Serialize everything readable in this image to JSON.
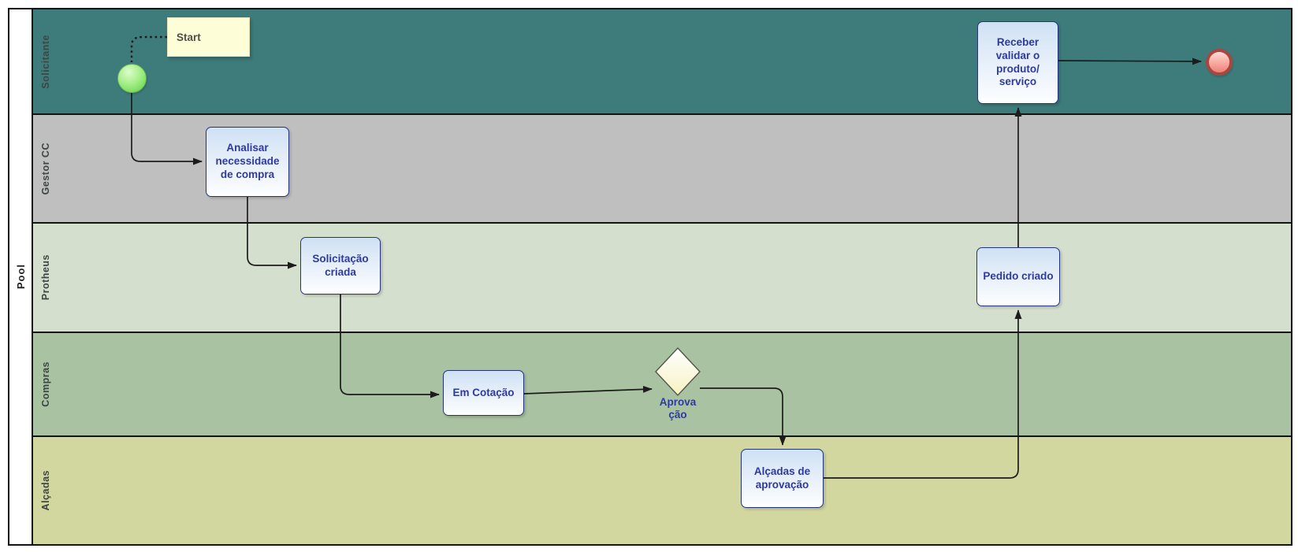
{
  "pool": {
    "label": "Pool"
  },
  "lanes": [
    {
      "label": "Solicitante",
      "color": "#3e7b7b"
    },
    {
      "label": "Gestor CC",
      "color": "#bfbfbf"
    },
    {
      "label": "Protheus",
      "color": "#d5dfce"
    },
    {
      "label": "Compras",
      "color": "#a9c2a2"
    },
    {
      "label": "Alçadas",
      "color": "#d1d79e"
    }
  ],
  "nodes": {
    "start_annotation": {
      "label": "Start"
    },
    "task_analisar": {
      "label": "Analisar\nnecessidade\nde compra"
    },
    "task_solicitacao": {
      "label": "Solicitação\ncriada"
    },
    "task_em_cotacao": {
      "label": "Em Cotação"
    },
    "gateway_aprovacao": {
      "label": "Aprova\nção"
    },
    "task_alcadas": {
      "label": "Alçadas de\naprovação"
    },
    "task_pedido": {
      "label": "Pedido criado"
    },
    "task_receber": {
      "label": "Receber\nvalidar o\nproduto/\nserviço"
    }
  },
  "colors": {
    "task_border": "#24357e",
    "task_fill_top": "#cfe1f4",
    "task_fill_bottom": "#fdfeff",
    "task_text": "#2e3a9f",
    "annotation_fill": "#fdfdd8",
    "start_event_fill": "#7ce05e",
    "start_event_border": "#69b357",
    "end_event_fill": "#ef8077",
    "end_event_border": "#a8473f",
    "gateway_fill": "#f6f2c2",
    "connector": "#1c1c1c",
    "lane_divider": "#141414"
  }
}
